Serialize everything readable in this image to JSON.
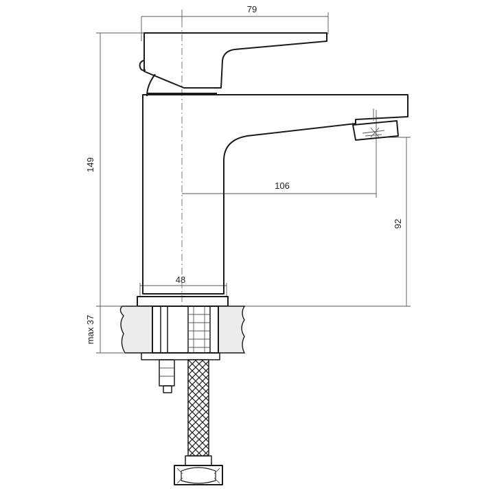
{
  "dimensions": {
    "width_top": "79",
    "height_total": "149",
    "spout_reach": "106",
    "spout_height": "92",
    "base_width": "48",
    "deck_thickness": "max 37"
  }
}
